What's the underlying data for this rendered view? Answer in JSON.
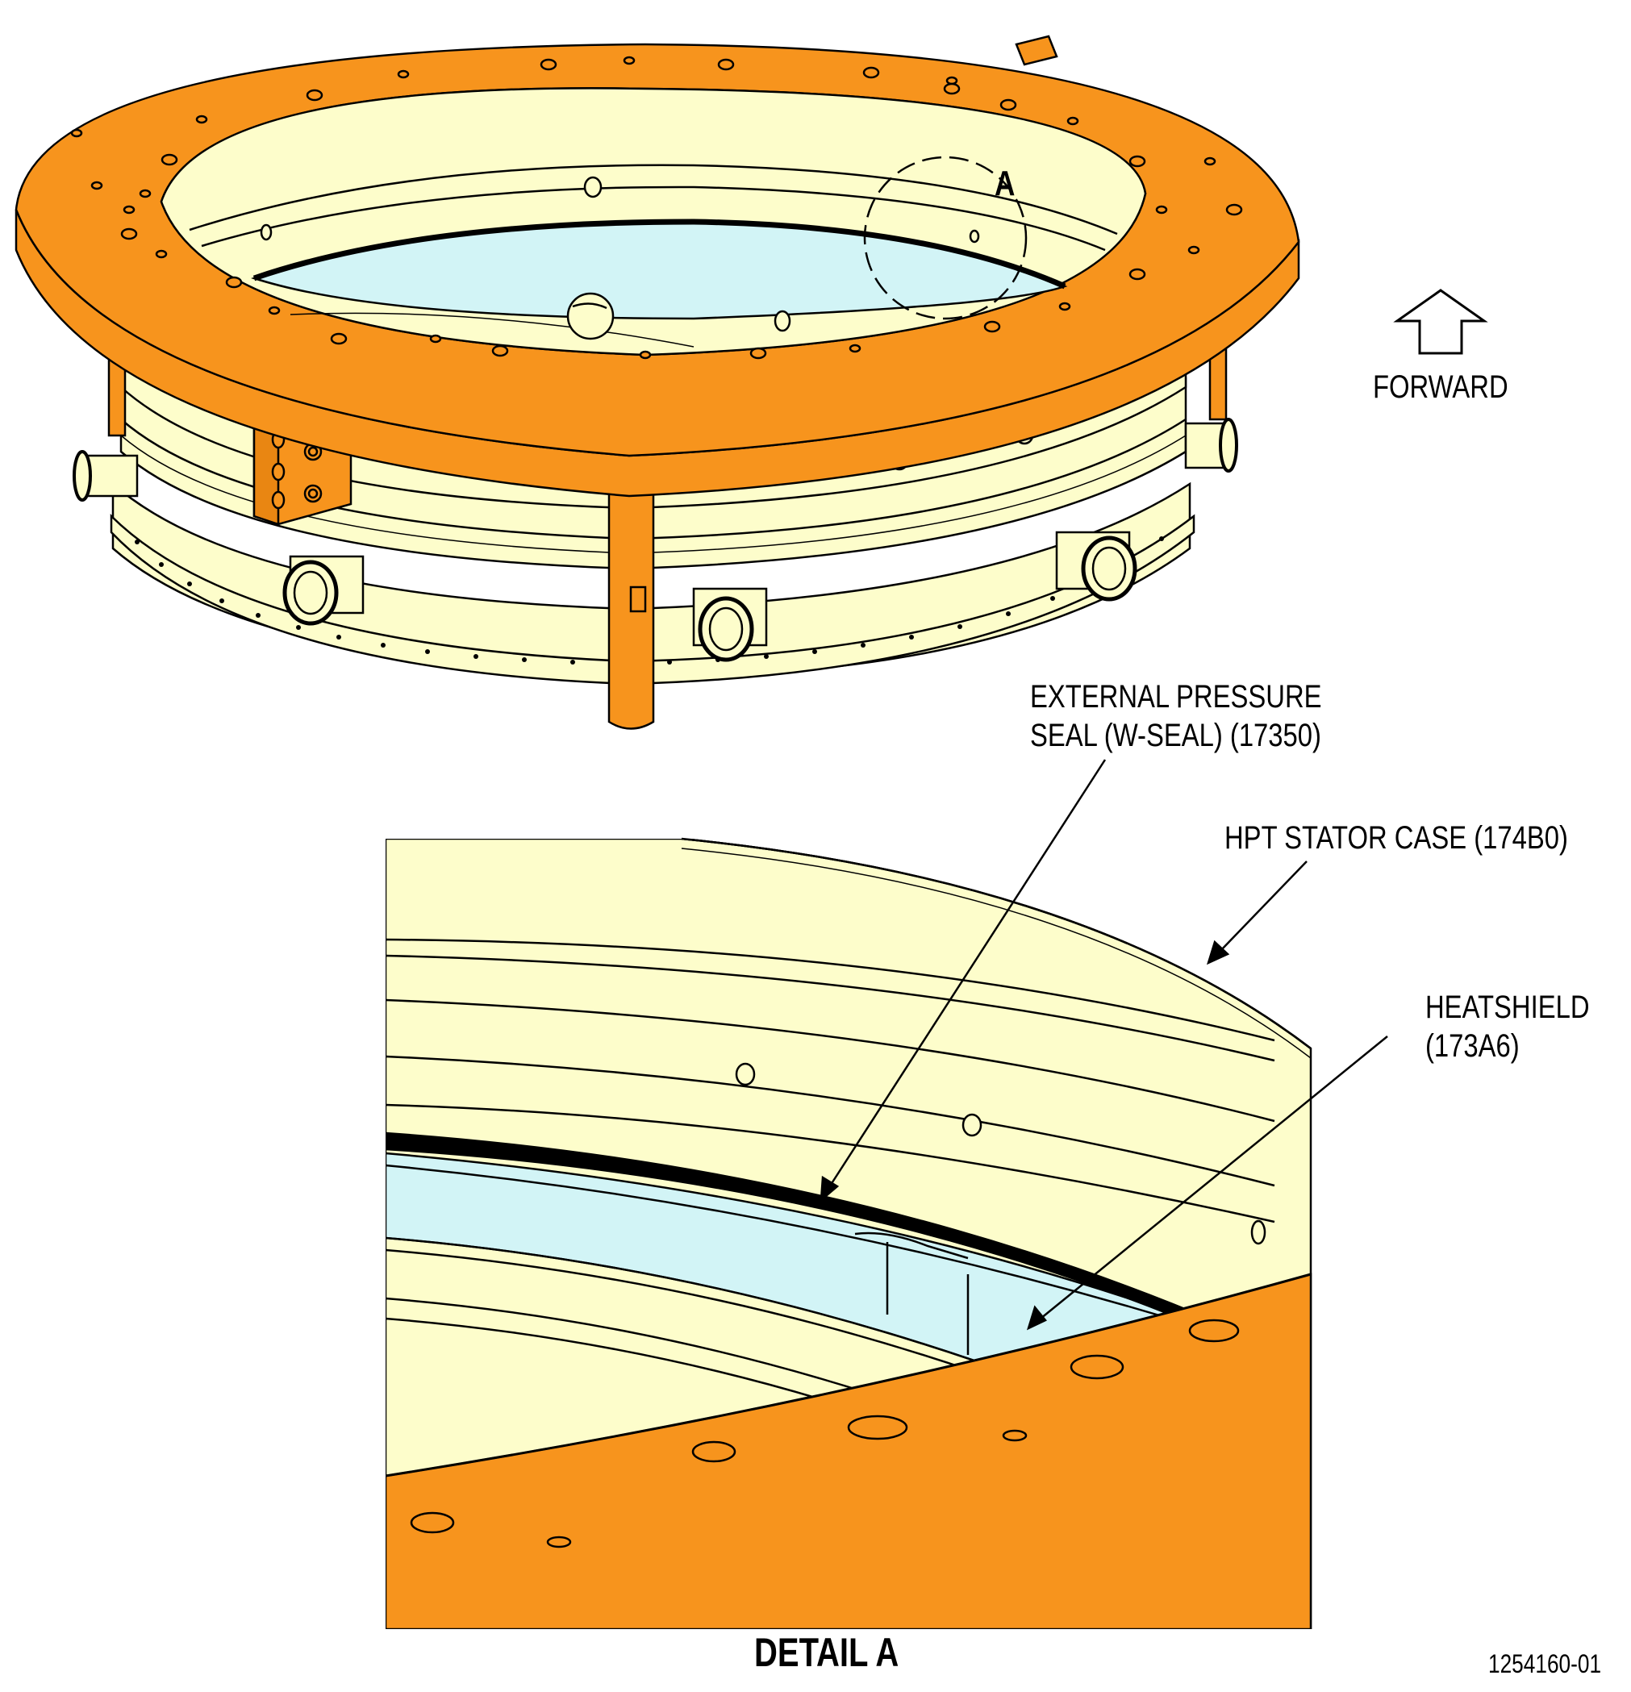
{
  "colors": {
    "fixture_orange": "#f7941d",
    "case_yellow": "#fdfdcb",
    "heatshield_blue": "#d2f4f6",
    "outline": "#000000",
    "background": "#ffffff"
  },
  "main_view": {
    "detail_marker": "A",
    "direction_icon": "up-arrow-icon",
    "direction_label": "FORWARD"
  },
  "callouts": {
    "w_seal": [
      "EXTERNAL PRESSURE",
      "SEAL (W-SEAL) (17350)"
    ],
    "stator_case": [
      "HPT STATOR CASE (174B0)"
    ],
    "heatshield": [
      "HEATSHIELD",
      "(173A6)"
    ]
  },
  "detail_title": "DETAIL A",
  "figure_number": "1254160-01"
}
